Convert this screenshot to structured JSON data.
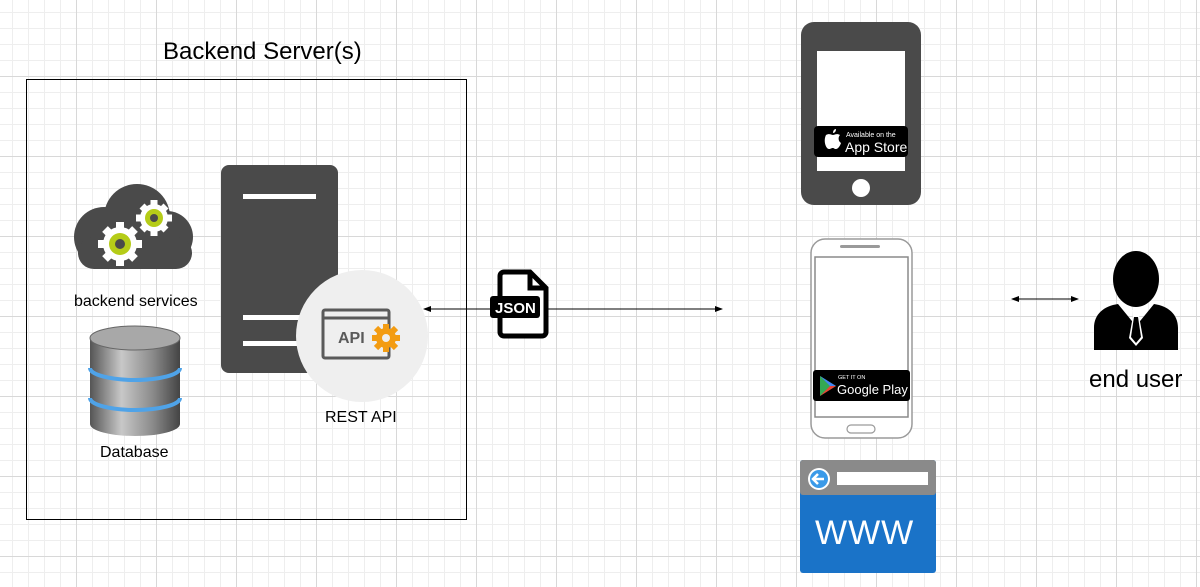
{
  "diagram": {
    "title": "Backend Server(s)",
    "nodes": {
      "backend_services": {
        "label": "backend services",
        "icon": "cloud-gears-icon"
      },
      "database": {
        "label": "Database",
        "icon": "database-icon"
      },
      "server": {
        "icon": "server-tower-icon"
      },
      "rest_api": {
        "label": "REST API",
        "badge_text": "API",
        "icon": "api-gear-icon"
      },
      "json": {
        "badge_text": "JSON",
        "icon": "json-file-icon"
      },
      "ios_app": {
        "store_line1": "Available on the",
        "store_line2": "App Store",
        "icon": "iphone-icon"
      },
      "android_app": {
        "store_line1": "GET IT ON",
        "store_line2": "Google Play",
        "icon": "android-phone-icon"
      },
      "web": {
        "text": "WWW",
        "icon": "web-browser-icon"
      },
      "end_user": {
        "label": "end user",
        "icon": "user-icon"
      }
    },
    "colors": {
      "gear_green": "#b5cc18",
      "api_orange": "#f39c12",
      "browser_blue": "#1a73c8",
      "dark_gray": "#4a4a4a"
    }
  }
}
